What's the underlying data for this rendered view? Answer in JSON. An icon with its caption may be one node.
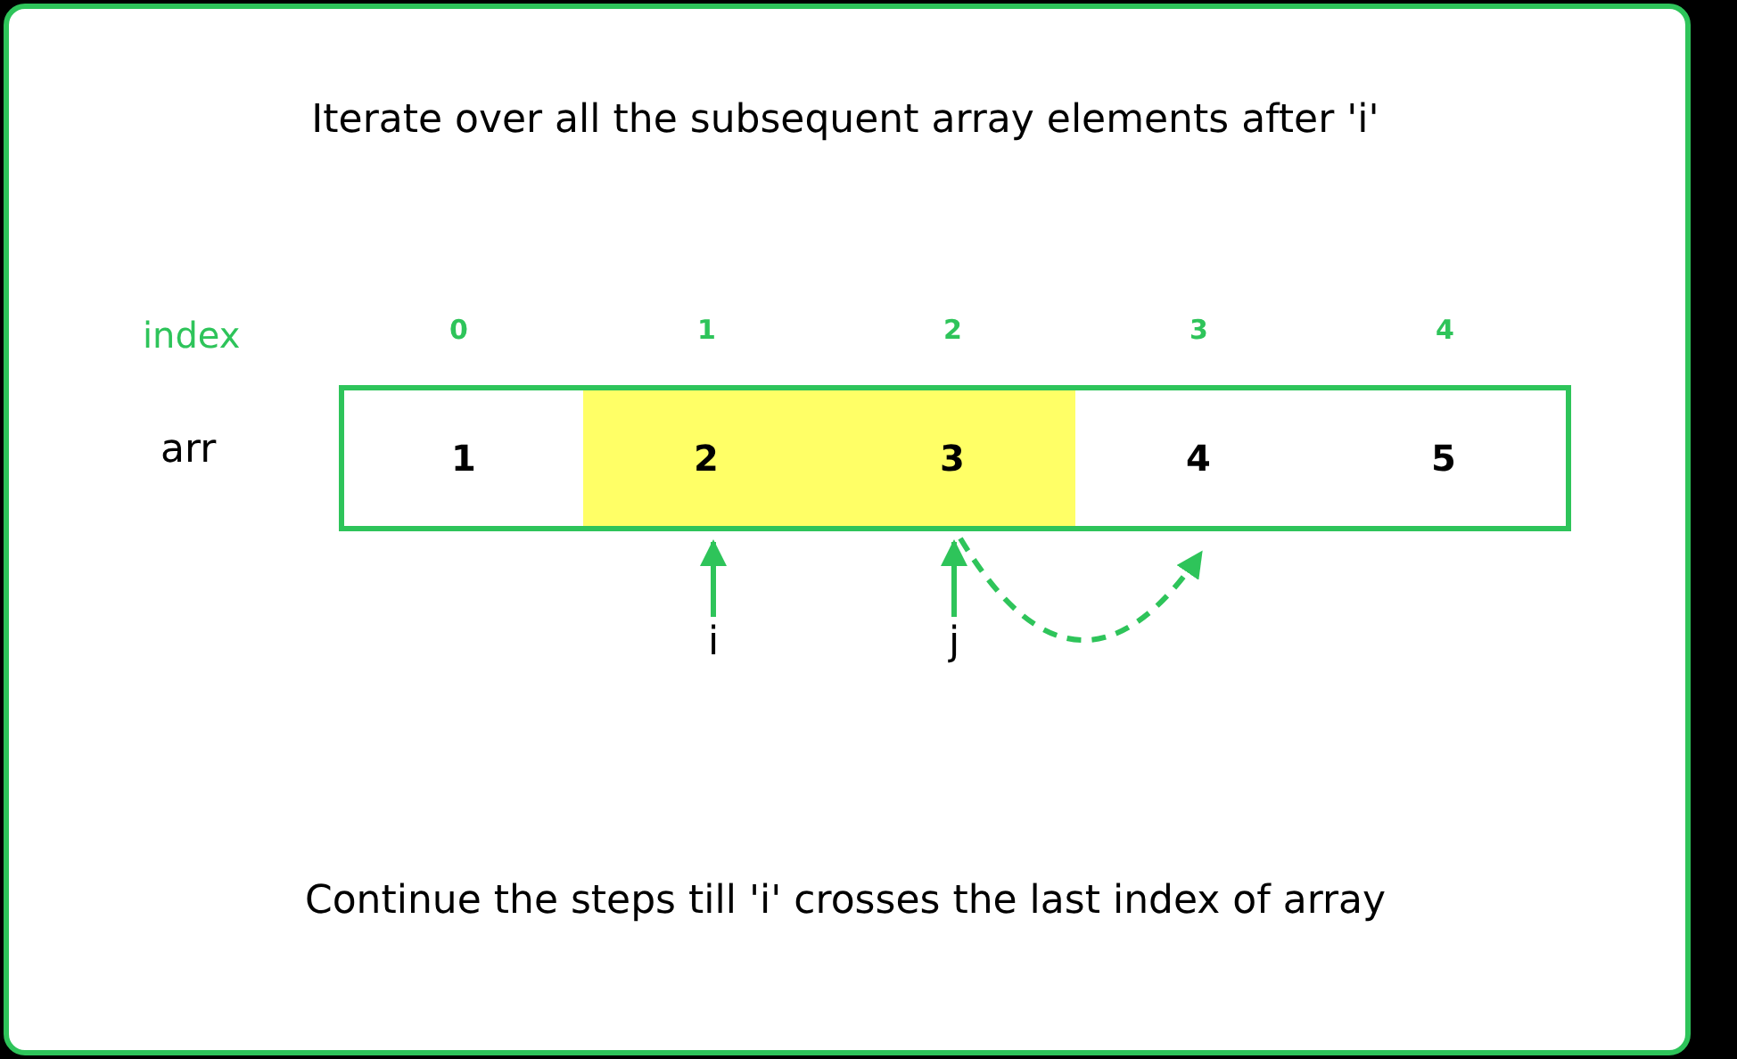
{
  "diagram": {
    "title": "Iterate over all the subsequent array elements after 'i'",
    "caption": "Continue the steps till 'i' crosses the last index of array",
    "nodes": [
      {
        "text": [
          "1"
        ]
      },
      {
        "text": [
          "2"
        ]
      },
      {
        "text": [
          "3"
        ]
      },
      {
        "text": [
          "4"
        ]
      },
      {
        "text": [
          "5"
        ]
      },
      {
        "text": [
          "i"
        ]
      },
      {
        "text": [
          "j"
        ]
      }
    ],
    "edges": [
      {
        "from": 5,
        "to": 1,
        "arrow": "to"
      },
      {
        "from": 6,
        "to": 2,
        "arrow": "to"
      },
      {
        "from": 2,
        "to": 3,
        "arrow": "to",
        "style": "dashed"
      }
    ],
    "labels": [
      "index",
      "0",
      "1",
      "2",
      "3",
      "4",
      "arr"
    ]
  }
}
